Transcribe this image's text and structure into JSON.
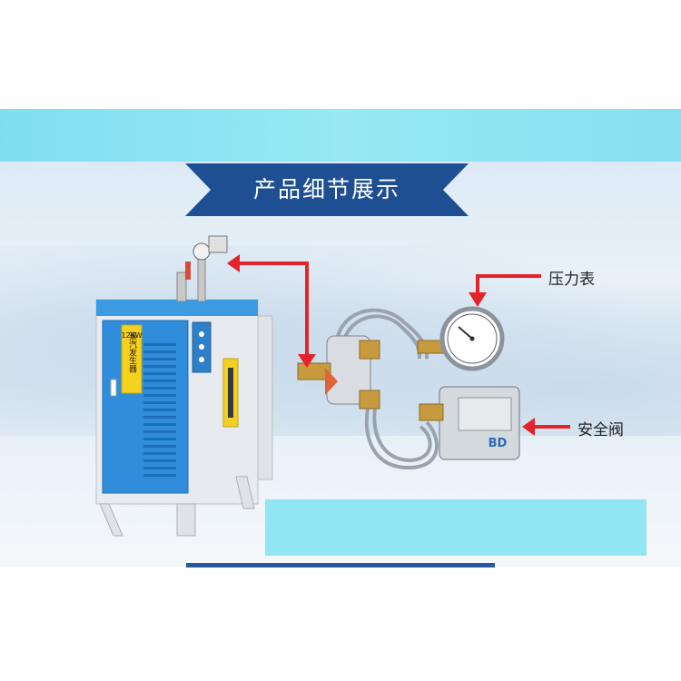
{
  "banner": {
    "title": "产品细节展示"
  },
  "callouts": {
    "pressure_gauge": "压力表",
    "safety_valve": "安全阀"
  },
  "machine": {
    "label_line1": "12KW",
    "label_line2": "蒸汽发生器",
    "valve_badge": "BD"
  },
  "colors": {
    "banner_blue": "#1f4f93",
    "cyan_band": "#92e6f3",
    "arrow_red": "#e4232a",
    "cabinet_blue": "#2f8ddb"
  }
}
